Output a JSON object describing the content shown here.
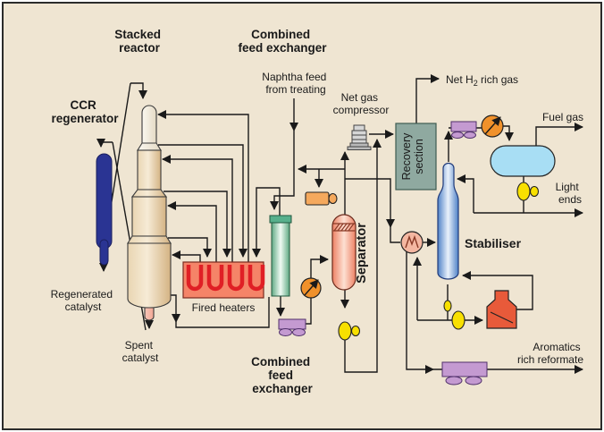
{
  "labels": {
    "stacked_reactor": {
      "l1": "Stacked",
      "l2": "reactor"
    },
    "combined_feed_exchanger_top": {
      "l1": "Combined",
      "l2": "feed exchanger"
    },
    "ccr_regenerator": {
      "l1": "CCR",
      "l2": "regenerator"
    },
    "naphtha_feed": {
      "l1": "Naphtha feed",
      "l2": "from treating"
    },
    "net_gas_compressor": {
      "l1": "Net gas",
      "l2": "compressor"
    },
    "net_h2_rich_gas": {
      "pre": "Net H",
      "sub": "2",
      "post": " rich gas"
    },
    "fuel_gas": "Fuel gas",
    "light_ends": {
      "l1": "Light",
      "l2": "ends"
    },
    "recovery_section": {
      "l1": "Recovery",
      "l2": "section"
    },
    "separator": "Separator",
    "stabiliser": "Stabiliser",
    "regenerated_catalyst": {
      "l1": "Regenerated",
      "l2": "catalyst"
    },
    "spent_catalyst": {
      "l1": "Spent",
      "l2": "catalyst"
    },
    "fired_heaters": "Fired heaters",
    "combined_feed_exchanger_bottom": {
      "l1": "Combined",
      "l2": "feed",
      "l3": "exchanger"
    },
    "aromatics_rich_reformate": {
      "l1": "Aromatics",
      "l2": "rich reformate"
    }
  },
  "colors": {
    "background": "#EFE5D2",
    "border": "#2b2b2b",
    "line": "#1a1a1a",
    "regenerator_blue": "#2A3493",
    "reactor_light": "#FBF8F0",
    "reactor_mid": "#E9D5B2",
    "reactor_dark": "#D4B383",
    "reactor_stem_pink": "#F2A795",
    "heater_box": "#F58468",
    "heater_coil": "#E01F25",
    "heater_edge": "#7A2B1F",
    "green_edge": "#5FA983",
    "green_center": "#F0FAF3",
    "green_cap": "#57B08C",
    "green_stroke": "#20583F",
    "cooler_purple": "#C49AD1",
    "cooler_purple_edge": "#50306B",
    "pump_orange": "#F5A95D",
    "orange_circle": "#F0912B",
    "compressor_gray": "#D6D6D6",
    "compressor_gray_dark": "#B9B9B9",
    "recovery_box": "#8FA9A0",
    "recovery_stroke": "#3E5B52",
    "recovery_text": "#1E2A4A",
    "separator_edge": "#ED8164",
    "separator_center": "#FDE0D2",
    "separator_stroke": "#6B2A1C",
    "hatch_red": "#8A3A26",
    "exchanger_pink": "#F4B7A1",
    "stabiliser_edge": "#4F81C7",
    "stabiliser_center": "#EAF2FB",
    "stabiliser_stroke": "#1F3A7A",
    "drum_blue": "#A8DEF4",
    "reboiler_red": "#E85A3A",
    "valve_yellow": "#F8E000"
  }
}
